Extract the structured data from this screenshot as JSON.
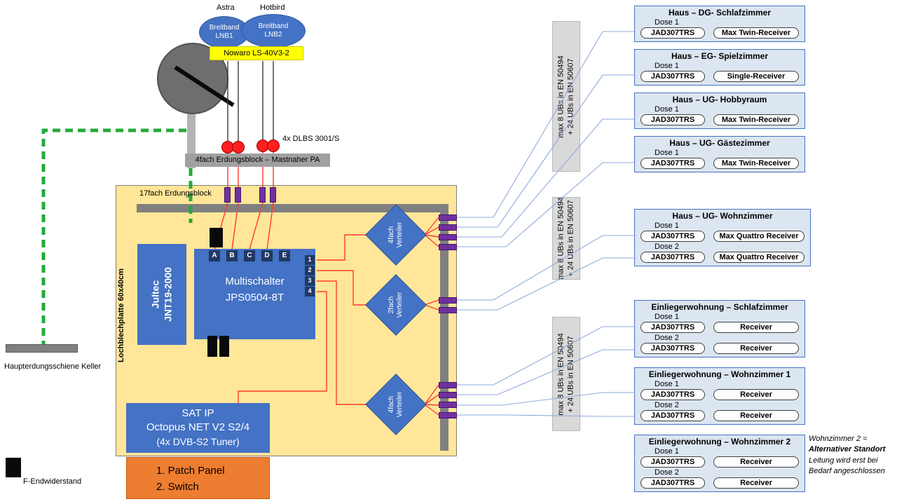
{
  "sky": {
    "astra": "Astra",
    "hotbird": "Hotbird"
  },
  "lnb": {
    "lnb1": {
      "l1": "Breitband",
      "l2": "LNB1"
    },
    "lnb2": {
      "l1": "Breitband",
      "l2": "LNB2"
    },
    "mount": "Nowaro LS-40V3-2",
    "surge": "4x DLBS 3001/S",
    "mast_block": "4fach Erdungsblock – Mastnaher PA"
  },
  "ground": {
    "rail": "Haupterdungsschiene Keller",
    "f_term": "F-Endwiderstand"
  },
  "panel": {
    "label": "Lochblechplatte 60x40cm",
    "ground_block": "17fach Erdungsblock",
    "jultec": {
      "l1": "Jultec",
      "l2": "JNT19-2000"
    },
    "multiswitch": {
      "l1": "Multischalter",
      "l2": "JPS0504-8T"
    },
    "inputs": [
      "A",
      "B",
      "C",
      "D",
      "E"
    ],
    "outputs": [
      "1",
      "2",
      "3",
      "4"
    ],
    "splitters": [
      {
        "l1": "4fach",
        "l2": "Verteiler"
      },
      {
        "l1": "2fach",
        "l2": "Verteiler"
      },
      {
        "l1": "4fach",
        "l2": "Verteiler"
      }
    ],
    "sat_ip": {
      "l1": "SAT IP",
      "l2": "Octopus NET V2 S2/4",
      "l3": "(4x DVB-S2 Tuner)"
    },
    "patch": {
      "l1": "1. Patch Panel",
      "l2": "2. Switch"
    }
  },
  "ub_note": {
    "l1": "max 8 UBs in EN 50494",
    "l2": "+ 24 UBs in EN 50607"
  },
  "rooms": [
    {
      "title": "Haus – DG- Schlafzimmer",
      "doses": [
        {
          "label": "Dose 1",
          "outlet": "JAD307TRS",
          "receiver": "Max Twin-Receiver"
        }
      ]
    },
    {
      "title": "Haus – EG- Spielzimmer",
      "doses": [
        {
          "label": "Dose 1",
          "outlet": "JAD307TRS",
          "receiver": "Single-Receiver"
        }
      ]
    },
    {
      "title": "Haus – UG- Hobbyraum",
      "doses": [
        {
          "label": "Dose 1",
          "outlet": "JAD307TRS",
          "receiver": "Max Twin-Receiver"
        }
      ]
    },
    {
      "title": "Haus – UG- Gästezimmer",
      "doses": [
        {
          "label": "Dose 1",
          "outlet": "JAD307TRS",
          "receiver": "Max Twin-Receiver"
        }
      ]
    },
    {
      "title": "Haus – UG- Wohnzimmer",
      "doses": [
        {
          "label": "Dose 1",
          "outlet": "JAD307TRS",
          "receiver": "Max Quattro Receiver"
        },
        {
          "label": "Dose 2",
          "outlet": "JAD307TRS",
          "receiver": "Max Quattro Receiver"
        }
      ]
    },
    {
      "title": "Einliegerwohnung – Schlafzimmer",
      "doses": [
        {
          "label": "Dose 1",
          "outlet": "JAD307TRS",
          "receiver": "Receiver"
        },
        {
          "label": "Dose 2",
          "outlet": "JAD307TRS",
          "receiver": "Receiver"
        }
      ]
    },
    {
      "title": "Einliegerwohnung – Wohnzimmer 1",
      "doses": [
        {
          "label": "Dose 1",
          "outlet": "JAD307TRS",
          "receiver": "Receiver"
        },
        {
          "label": "Dose 2",
          "outlet": "JAD307TRS",
          "receiver": "Receiver"
        }
      ]
    },
    {
      "title": "Einliegerwohnung – Wohnzimmer 2",
      "doses": [
        {
          "label": "Dose 1",
          "outlet": "JAD307TRS",
          "receiver": "Receiver"
        },
        {
          "label": "Dose 2",
          "outlet": "JAD307TRS",
          "receiver": "Receiver"
        }
      ]
    }
  ],
  "note": {
    "l1": "Wohnzimmer 2 =",
    "l2": "Alternativer Standort",
    "l3": "Leitung wird erst bei",
    "l4": "Bedarf angeschlossen"
  },
  "colors": {
    "accent_blue": "#4472c4",
    "panel_bg": "#ffe699",
    "cable_red": "#ff3b30",
    "cable_blue": "#8faadc",
    "ground_green": "#22ab39",
    "purple_block": "#7030a0",
    "orange": "#ed7d31",
    "yellow": "#ffff00"
  }
}
